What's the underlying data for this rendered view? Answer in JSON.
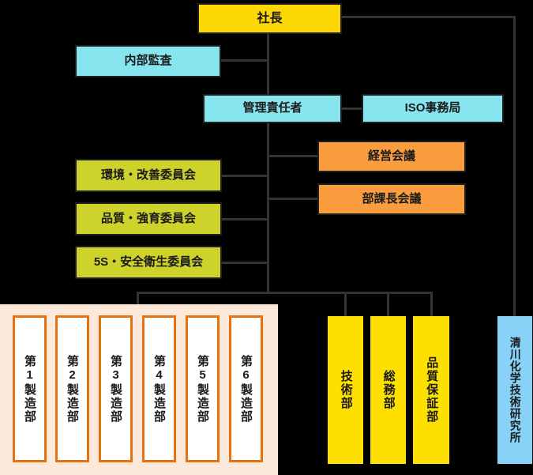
{
  "org_chart": {
    "president": {
      "label": "社長"
    },
    "internal_audit": {
      "label": "内部監査"
    },
    "management_rep": {
      "label": "管理責任者"
    },
    "iso_office": {
      "label": "ISO事務局"
    },
    "meetings": [
      {
        "label": "経営会議"
      },
      {
        "label": "部課長会議"
      }
    ],
    "committees": [
      {
        "label": "環境・改善委員会"
      },
      {
        "label": "品質・強育委員会"
      },
      {
        "label": "5S・安全衛生委員会"
      }
    ],
    "manufacturing_depts": [
      {
        "label": "第1製造部"
      },
      {
        "label": "第2製造部"
      },
      {
        "label": "第3製造部"
      },
      {
        "label": "第4製造部"
      },
      {
        "label": "第5製造部"
      },
      {
        "label": "第6製造部"
      }
    ],
    "departments": [
      {
        "label": "技術部"
      },
      {
        "label": "総務部"
      },
      {
        "label": "品質保証部"
      }
    ],
    "research_institute": {
      "label": "清川化学技術研究所"
    }
  },
  "colors": {
    "background": "#000000",
    "president_yellow": "#fcd703",
    "cyan": "#87e5ef",
    "orange": "#f99d3e",
    "yellow_green": "#ced32b",
    "cream_panel": "#fce9d9",
    "mfg_border": "#e8720f",
    "dept_yellow": "#fee000",
    "institute_blue": "#88d2f8",
    "connector": "#333333"
  }
}
